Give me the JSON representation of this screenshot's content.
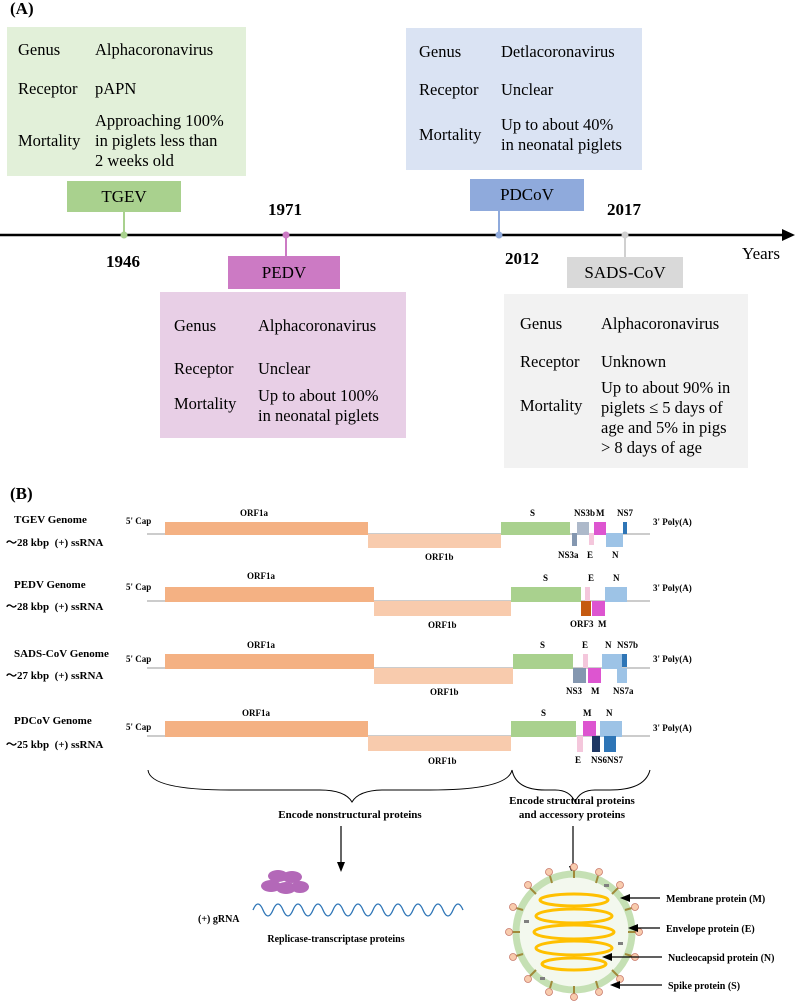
{
  "panel_a": {
    "label": "(A)",
    "axis_label": "Years",
    "events": [
      {
        "virus": "TGEV",
        "year": "1946",
        "color": "#a9d18e",
        "rows": [
          [
            "Genus",
            "Alphacoronavirus"
          ],
          [
            "Receptor",
            "pAPN"
          ],
          [
            "Mortality",
            "Approaching 100%\nin piglets less than\n2 weeks old"
          ]
        ]
      },
      {
        "virus": "PEDV",
        "year": "1971",
        "color": "#cc7ac4",
        "rows": [
          [
            "Genus",
            "Alphacoronavirus"
          ],
          [
            "Receptor",
            "Unclear"
          ],
          [
            "Mortality",
            "Up to about 100%\nin neonatal piglets"
          ]
        ]
      },
      {
        "virus": "PDCoV",
        "year": "2012",
        "color": "#8faadc",
        "rows": [
          [
            "Genus",
            "Detlacoronavirus"
          ],
          [
            "Receptor",
            "Unclear"
          ],
          [
            "Mortality",
            "Up to about 40%\nin neonatal piglets"
          ]
        ]
      },
      {
        "virus": "SADS-CoV",
        "year": "2017",
        "color": "#d9d9d9",
        "rows": [
          [
            "Genus",
            "Alphacoronavirus"
          ],
          [
            "Receptor",
            "Unknown"
          ],
          [
            "Mortality",
            "Up to about 90% in\npiglets ≤ 5 days of\nage and 5% in pigs\n> 8 days of age"
          ]
        ]
      }
    ]
  },
  "panel_b": {
    "label": "(B)",
    "cap": "5' Cap",
    "polya": "3' Poly(A)",
    "orf1a": "ORF1a",
    "orf1b": "ORF1b",
    "genomes": [
      {
        "name": "TGEV Genome",
        "size": "～28 kbp  (+) ssRNA",
        "above": [
          "S",
          "NS3b",
          "M",
          "NS7"
        ],
        "below": [
          "NS3a",
          "E",
          "N"
        ]
      },
      {
        "name": "PEDV Genome",
        "size": "～28 kbp  (+) ssRNA",
        "above": [
          "S",
          "E",
          "N"
        ],
        "below": [
          "ORF3",
          "M"
        ]
      },
      {
        "name": "SADS-CoV Genome",
        "size": "～27 kbp  (+) ssRNA",
        "above": [
          "S",
          "E",
          "N",
          "NS7b"
        ],
        "below": [
          "NS3",
          "M",
          "NS7a"
        ]
      },
      {
        "name": "PDCoV Genome",
        "size": "～25 kbp  (+) ssRNA",
        "above": [
          "S",
          "M",
          "N"
        ],
        "below": [
          "E",
          "NS6",
          "NS7"
        ]
      }
    ],
    "nonstructural": "Encode nonstructural proteins",
    "structural_1": "Encode structural proteins",
    "structural_2": "and accessory proteins",
    "grna": "(+) gRNA",
    "replicase": "Replicase-transcriptase proteins",
    "virion_labels": [
      "Membrane protein (M)",
      "Envelope protein (E)",
      "Nucleocapsid protein (N)",
      "Spike protein (S)"
    ]
  }
}
